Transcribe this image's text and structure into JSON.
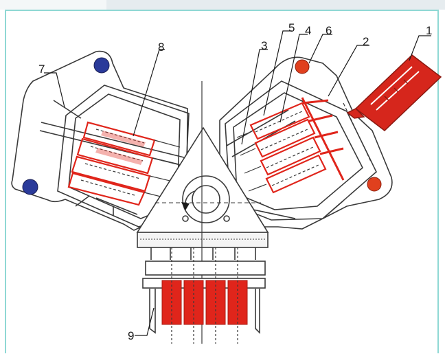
{
  "figure": {
    "callouts": [
      "1",
      "2",
      "3",
      "4",
      "5",
      "6",
      "7",
      "8",
      "9"
    ]
  },
  "colors": {
    "outline": "#3a3a3a",
    "mold_red": "#e0251b",
    "injector_red": "#d6261c",
    "left_pin_blue": "#2a3a9a",
    "right_pin_red": "#e0401e",
    "frame_teal": "#8fd8d4"
  }
}
